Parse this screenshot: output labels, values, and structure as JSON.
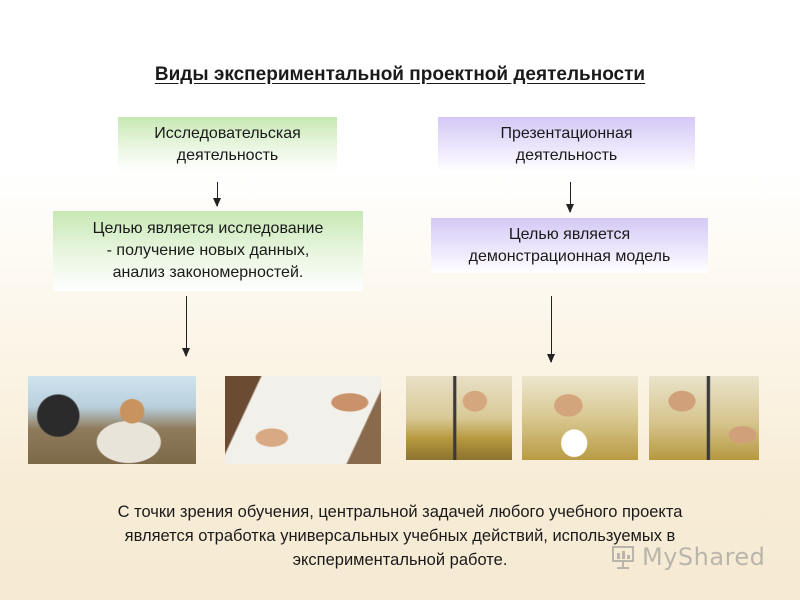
{
  "title": "Виды экспериментальной проектной деятельности",
  "left": {
    "type_lines": [
      "Исследовательская",
      "деятельность"
    ],
    "goal_lines": [
      "Целью является исследование",
      "- получение новых данных,",
      "анализ закономерностей."
    ],
    "color": "#c7e8b4"
  },
  "right": {
    "type_lines": [
      "Презентационная",
      "деятельность"
    ],
    "goal_lines": [
      "Целью является",
      "демонстрационная модель"
    ],
    "color": "#d4c9f5"
  },
  "footer_lines": [
    "С точки зрения обучения, центральной задачей любого учебного проекта",
    "является отработка универсальных учебных действий, используемых в",
    "экспериментальной работе."
  ],
  "watermark": {
    "text": "MyShared",
    "icon": "presentation-board-icon"
  }
}
